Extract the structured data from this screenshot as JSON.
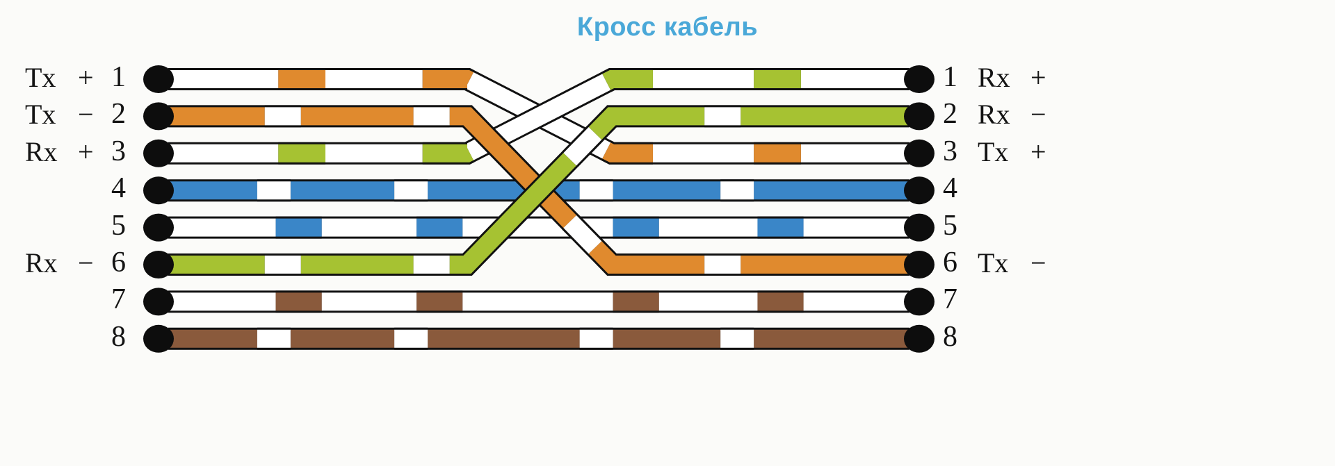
{
  "title": "Кросс кабель",
  "title_color": "#4aa8d8",
  "background": "#fbfbf9",
  "palette": {
    "orange": "#e08a2e",
    "green": "#a6c232",
    "blue": "#3a86c8",
    "brown": "#8a5a3c",
    "white": "#ffffff",
    "outline": "#111111",
    "pin": "#0d0d0d"
  },
  "left_pins": [
    {
      "num": "1",
      "signal": "Tx",
      "sign": "+"
    },
    {
      "num": "2",
      "signal": "Tx",
      "sign": "−"
    },
    {
      "num": "3",
      "signal": "Rx",
      "sign": "+"
    },
    {
      "num": "4",
      "signal": "",
      "sign": ""
    },
    {
      "num": "5",
      "signal": "",
      "sign": ""
    },
    {
      "num": "6",
      "signal": "Rx",
      "sign": "−"
    },
    {
      "num": "7",
      "signal": "",
      "sign": ""
    },
    {
      "num": "8",
      "signal": "",
      "sign": ""
    }
  ],
  "right_pins": [
    {
      "num": "1",
      "signal": "Rx",
      "sign": "+"
    },
    {
      "num": "2",
      "signal": "Rx",
      "sign": "−"
    },
    {
      "num": "3",
      "signal": "Tx",
      "sign": "+"
    },
    {
      "num": "4",
      "signal": "",
      "sign": ""
    },
    {
      "num": "5",
      "signal": "",
      "sign": ""
    },
    {
      "num": "6",
      "signal": "Tx",
      "sign": "−"
    },
    {
      "num": "7",
      "signal": "",
      "sign": ""
    },
    {
      "num": "8",
      "signal": "",
      "sign": ""
    }
  ],
  "wires": [
    {
      "from_pin": 1,
      "to_pin": 3,
      "color": "orange",
      "style": "striped",
      "label": "white-orange"
    },
    {
      "from_pin": 2,
      "to_pin": 6,
      "color": "orange",
      "style": "solid",
      "label": "orange"
    },
    {
      "from_pin": 3,
      "to_pin": 1,
      "color": "green",
      "style": "striped",
      "label": "white-green"
    },
    {
      "from_pin": 4,
      "to_pin": 4,
      "color": "blue",
      "style": "solid",
      "label": "blue"
    },
    {
      "from_pin": 5,
      "to_pin": 5,
      "color": "blue",
      "style": "striped",
      "label": "white-blue"
    },
    {
      "from_pin": 6,
      "to_pin": 2,
      "color": "green",
      "style": "solid",
      "label": "green"
    },
    {
      "from_pin": 7,
      "to_pin": 7,
      "color": "brown",
      "style": "striped",
      "label": "white-brown"
    },
    {
      "from_pin": 8,
      "to_pin": 8,
      "color": "brown",
      "style": "solid",
      "label": "brown"
    }
  ]
}
